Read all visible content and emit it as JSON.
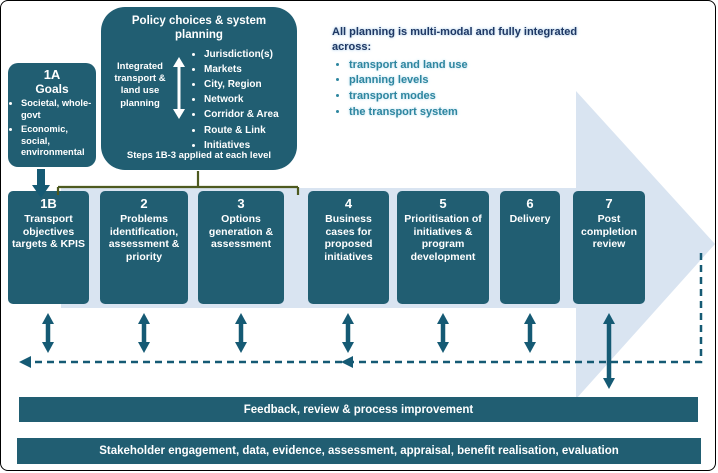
{
  "colors": {
    "teal": "#215E72",
    "arrow_fill": "#D9E4F1",
    "connector": "#155A74",
    "note_heading": "#1F3864",
    "note_bullet": "#2E86A0",
    "olive": "#4E5A1F"
  },
  "goals_box": {
    "number": "1A",
    "title": "Goals",
    "bullets": [
      "Societal, whole-govt",
      "Economic, social, environmental"
    ]
  },
  "policy_box": {
    "title": "Policy choices & system planning",
    "side_label": "Integrated transport & land use planning",
    "bullets": [
      "Jurisdiction(s)",
      "Markets",
      "City, Region",
      "Network",
      "Corridor & Area",
      "Route & Link",
      "Initiatives"
    ],
    "footer": "Steps 1B-3 applied at each level"
  },
  "note": {
    "intro": "All planning is multi-modal and fully integrated across:",
    "bullets": [
      "transport and land use",
      "planning levels",
      "transport modes",
      "the transport system"
    ]
  },
  "steps": [
    {
      "number": "1B",
      "label": "Transport objectives targets & KPIS"
    },
    {
      "number": "2",
      "label": "Problems identification, assessment & priority"
    },
    {
      "number": "3",
      "label": "Options generation & assessment"
    },
    {
      "number": "4",
      "label": "Business cases for proposed initiatives"
    },
    {
      "number": "5",
      "label": "Prioritisation of initiatives & program development"
    },
    {
      "number": "6",
      "label": "Delivery"
    },
    {
      "number": "7",
      "label": "Post completion review"
    }
  ],
  "bars": {
    "feedback": "Feedback, review & process improvement",
    "stakeholder": "Stakeholder engagement, data, evidence, assessment, appraisal, benefit realisation, evaluation"
  }
}
